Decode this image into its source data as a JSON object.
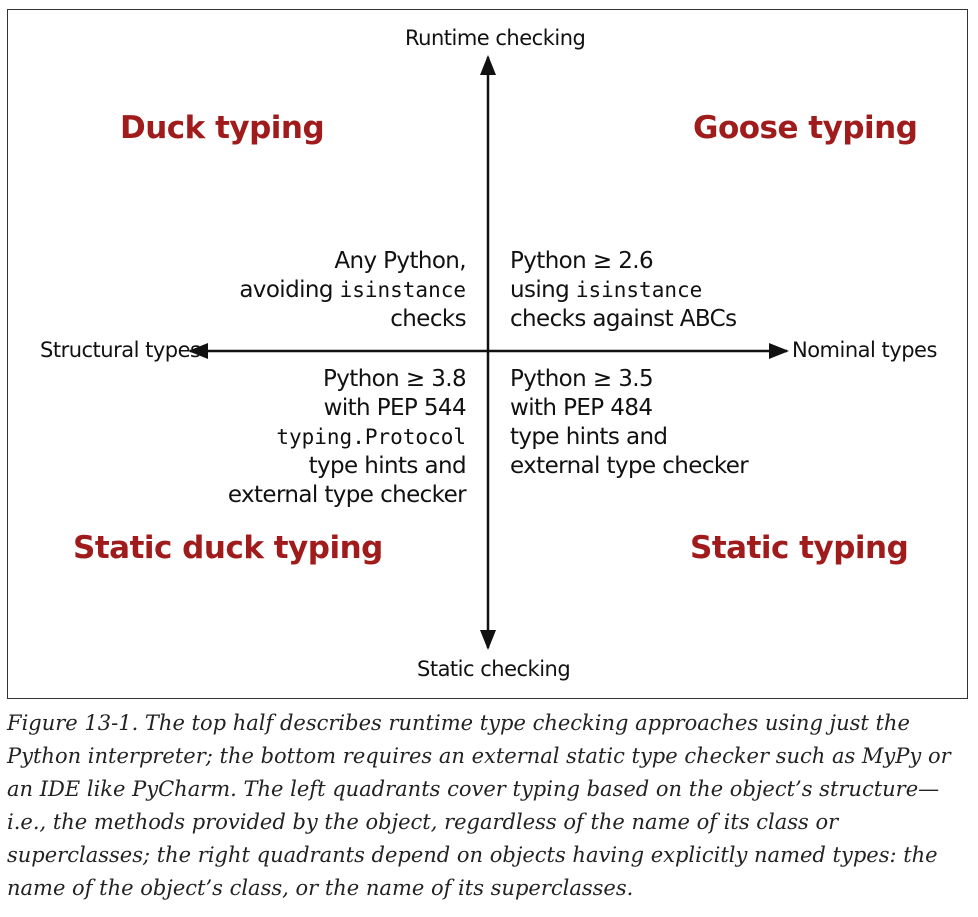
{
  "axes": {
    "top": "Runtime checking",
    "bottom": "Static checking",
    "left": "Structural types",
    "right": "Nominal types"
  },
  "quadrants": {
    "top_left_title": "Duck typing",
    "top_right_title": "Goose typing",
    "bottom_left_title": "Static duck typing",
    "bottom_right_title": "Static typing"
  },
  "texts": {
    "tl": {
      "line1": "Any Python,",
      "line2_pre": "avoiding ",
      "line2_code": "isinstance",
      "line3": "checks"
    },
    "tr": {
      "line1": "Python ≥ 2.6",
      "line2_pre": "using ",
      "line2_code": "isinstance",
      "line3": "checks against ABCs"
    },
    "bl": {
      "line1": "Python ≥ 3.8",
      "line2": "with PEP 544",
      "line3_code": "typing.Protocol",
      "line4": "type hints and",
      "line5": "external type checker"
    },
    "br": {
      "line1": "Python ≥ 3.5",
      "line2": "with PEP 484",
      "line3": "type hints and",
      "line4": "external type checker"
    }
  },
  "caption": "Figure 13-1. The top half describes runtime type checking approaches using just the Python interpreter; the bottom requires an external static type checker such as MyPy or an IDE like PyCharm. The left quadrants cover typing based on the object’s structure—i.e., the methods provided by the object, regardless of the name of its class or superclasses; the right quadrants depend on objects having explicitly named types: the name of the object’s class, or the name of its superclasses."
}
